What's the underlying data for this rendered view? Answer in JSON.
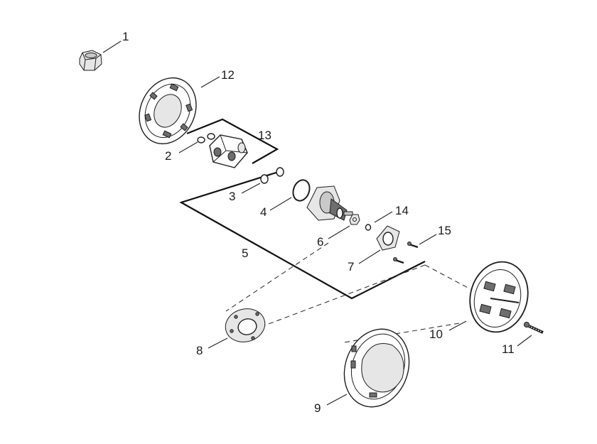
{
  "callouts": [
    {
      "id": "1",
      "label": "1"
    },
    {
      "id": "2",
      "label": "2"
    },
    {
      "id": "3",
      "label": "3"
    },
    {
      "id": "4",
      "label": "4"
    },
    {
      "id": "5",
      "label": "5"
    },
    {
      "id": "6",
      "label": "6"
    },
    {
      "id": "7",
      "label": "7"
    },
    {
      "id": "8",
      "label": "8"
    },
    {
      "id": "9",
      "label": "9"
    },
    {
      "id": "10",
      "label": "10"
    },
    {
      "id": "11",
      "label": "11"
    },
    {
      "id": "12",
      "label": "12"
    },
    {
      "id": "13",
      "label": "13"
    },
    {
      "id": "14",
      "label": "14"
    },
    {
      "id": "15",
      "label": "15"
    }
  ],
  "colors": {
    "line": "#1e1e1e",
    "shade": "#c9c9c9",
    "dark": "#6e6e6e",
    "background": "#ffffff"
  }
}
